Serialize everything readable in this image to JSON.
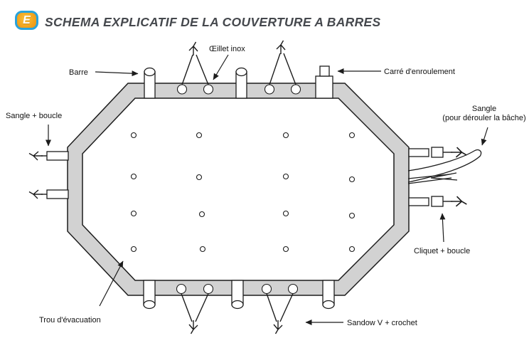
{
  "header": {
    "badge_letter": "E",
    "title": "SCHEMA EXPLICATIF DE LA COUVERTURE A BARRES"
  },
  "diagram": {
    "labels": {
      "barre": "Barre",
      "oeillet_inox": "Œillet inox",
      "carre_enroulement": "Carré d'enroulement",
      "sangle_boucle": "Sangle + boucle",
      "sangle_derouler": [
        "Sangle",
        "(pour dérouler la bâche)"
      ],
      "cliquet_boucle": "Cliquet + boucle",
      "trou_evacuation": "Trou d'évacuation",
      "sandow_crochet": "Sandow V + crochet"
    }
  },
  "colors": {
    "badge_border": "#29a3dc",
    "badge_fill": "#f2a41e",
    "badge_letter": "#ffffff",
    "title_text": "#45484d",
    "band_fill": "#d2d2d2",
    "line_color": "#1c1c1c"
  }
}
